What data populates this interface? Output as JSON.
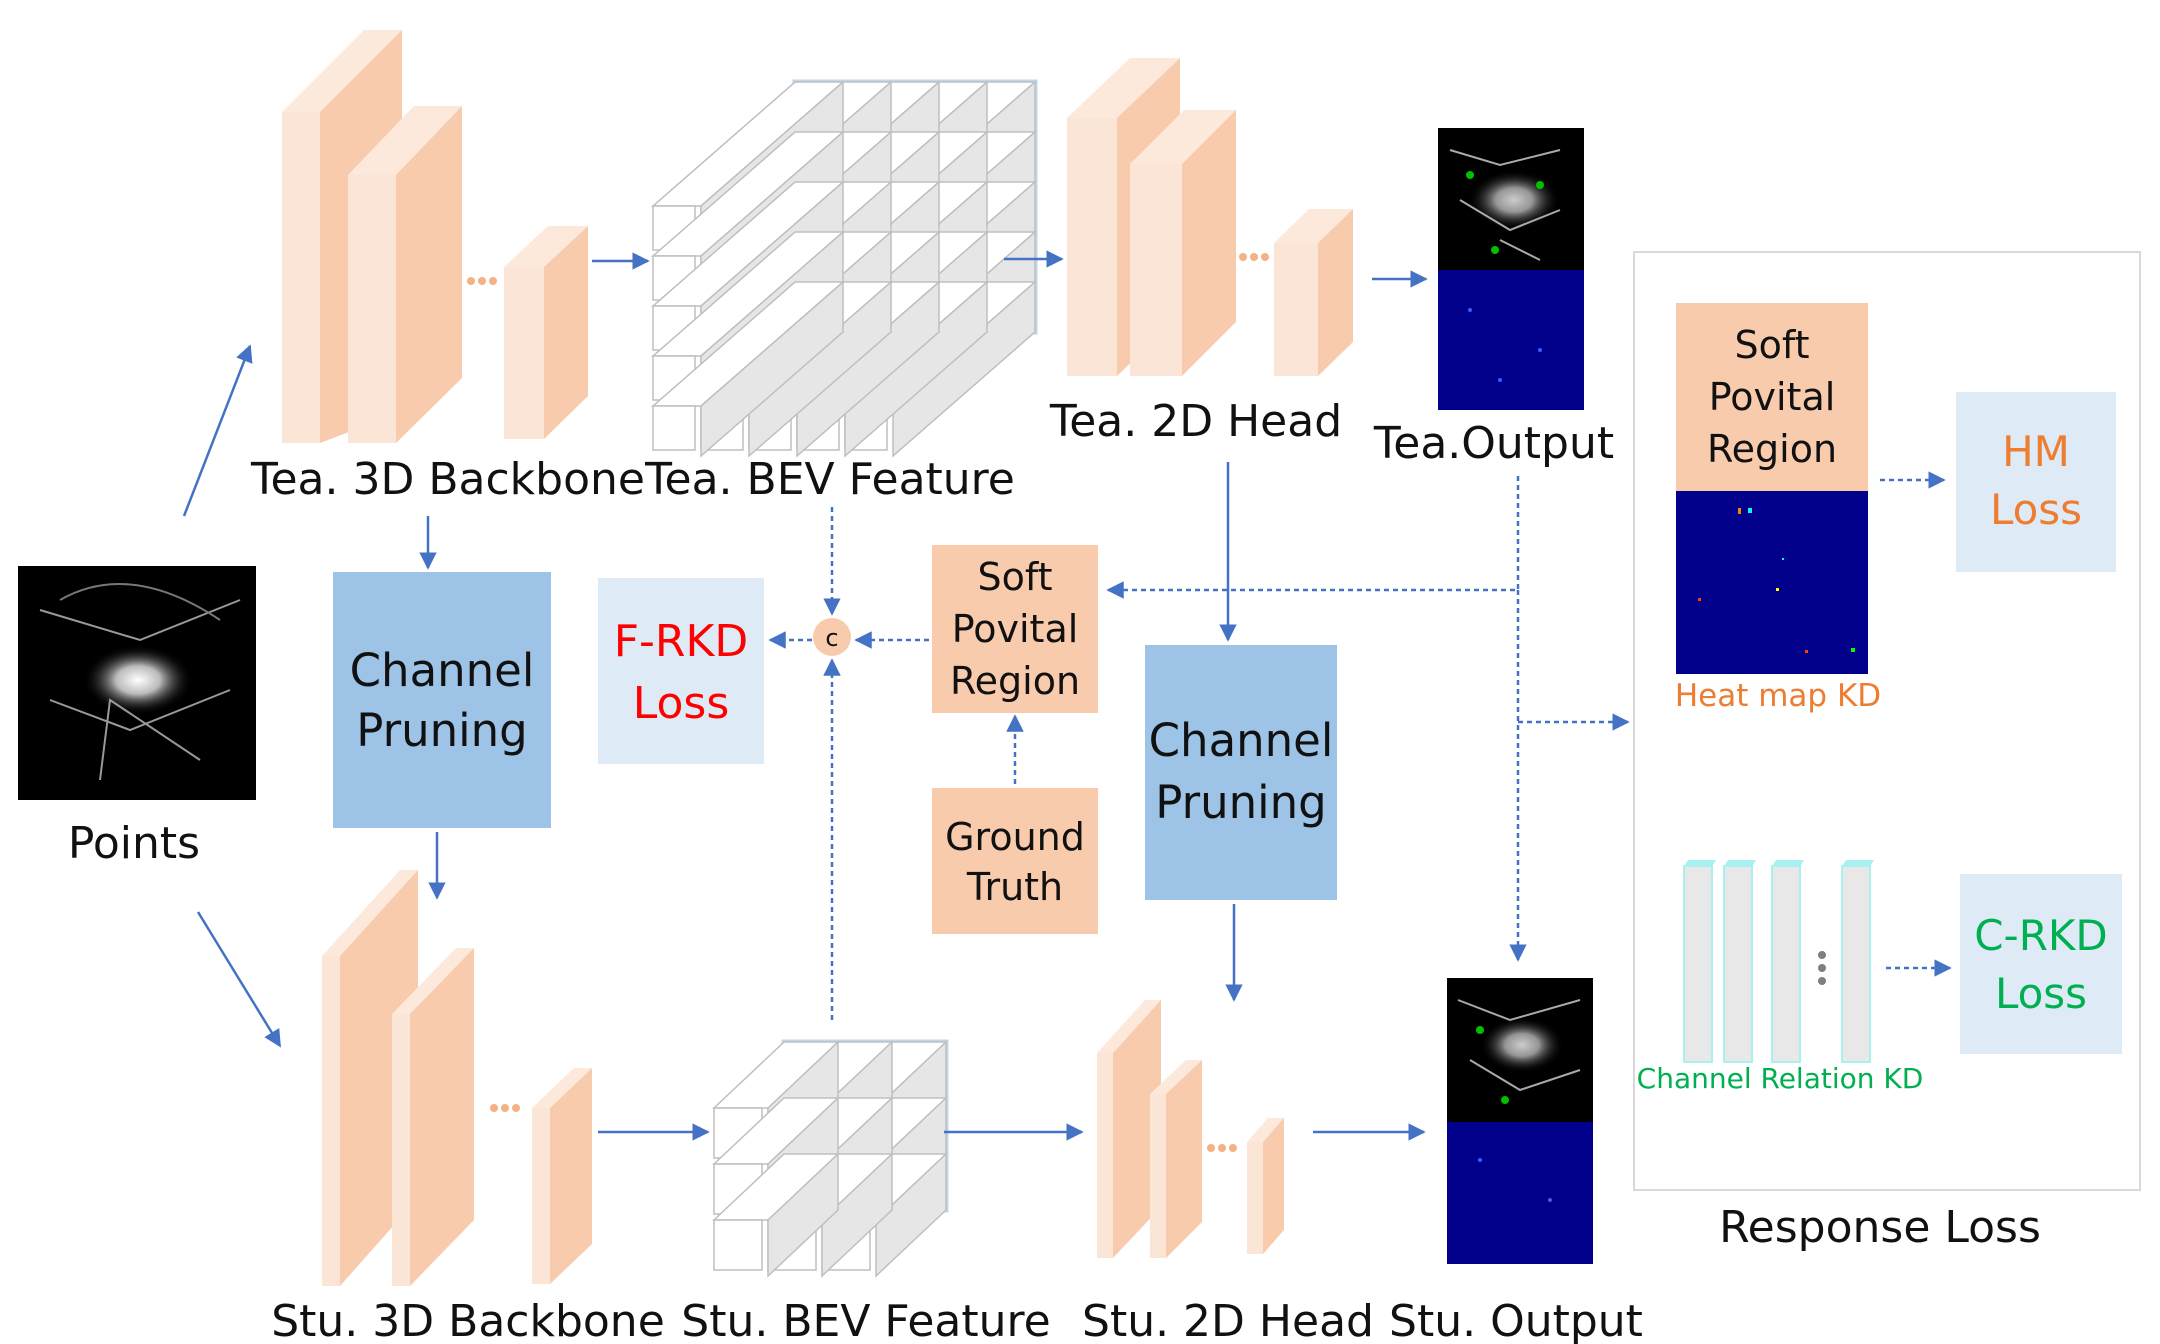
{
  "labels": {
    "tea_backbone": "Tea. 3D Backbone",
    "tea_bev": "Tea. BEV Feature",
    "tea_head": "Tea. 2D Head",
    "tea_output": "Tea.Output",
    "points": "Points",
    "stu_backbone": "Stu. 3D Backbone",
    "stu_bev": "Stu. BEV Feature",
    "stu_head": "Stu. 2D Head",
    "stu_output": "Stu. Output",
    "response_loss": "Response Loss"
  },
  "boxes": {
    "channel_pruning_left": [
      "Channel",
      "Pruning"
    ],
    "channel_pruning_mid": [
      "Channel",
      "Pruning"
    ],
    "frkd_loss": [
      "F-RKD",
      "Loss"
    ],
    "soft_povital_region": [
      "Soft",
      "Povital",
      "Region"
    ],
    "ground_truth": [
      "Ground",
      "Truth"
    ],
    "concat": "c",
    "soft_povital_region_right": [
      "Soft",
      "Povital",
      "Region"
    ],
    "hm_loss": [
      "HM",
      "Loss"
    ],
    "crkd_loss": [
      "C-RKD",
      "Loss"
    ]
  },
  "captions": {
    "heat_map_kd": "Heat map KD",
    "channel_relation_kd": "Channel Relation KD"
  },
  "colors": {
    "arrow": "#4472c4",
    "peach": "#f8cbad",
    "peach_light": "#fbe5d6",
    "blue_box": "#9dc3e6",
    "light_blue_box": "#deebf7",
    "loss_red": "#ff0000",
    "loss_orange": "#ed7d31",
    "loss_green": "#00b050",
    "heatmap_bg": "#00008b"
  }
}
